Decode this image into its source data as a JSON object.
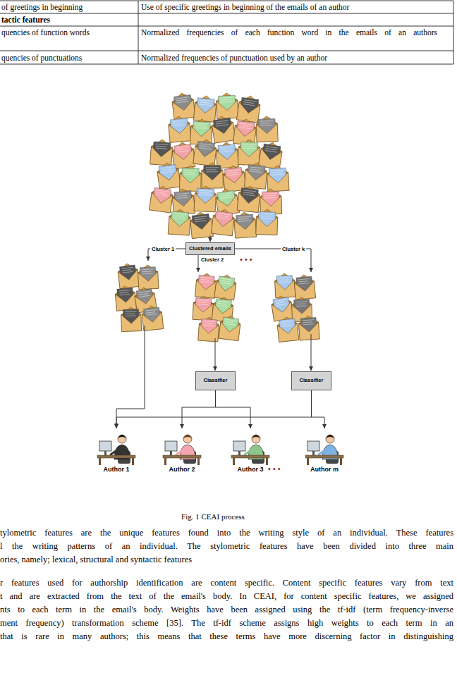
{
  "diagram": {
    "caption": "Fig. 1 CEAI process",
    "nodes": [
      {
        "text": [
          "Clustered emails"
        ]
      },
      {
        "text": [
          "Classifier"
        ]
      },
      {
        "text": [
          "Classifier"
        ]
      },
      {
        "text": [
          "Author 1"
        ]
      },
      {
        "text": [
          "Author 2"
        ]
      },
      {
        "text": [
          "Author 3"
        ]
      },
      {
        "text": [
          "Author m"
        ]
      }
    ],
    "edges": [
      {
        "from": 1,
        "to": 4,
        "arrow": "to"
      },
      {
        "from": 1,
        "to": 5,
        "arrow": "to"
      },
      {
        "from": 2,
        "to": 3,
        "arrow": "to"
      },
      {
        "from": 2,
        "to": 6,
        "arrow": "to"
      }
    ],
    "labels": [
      "of greetings in beginning",
      "Use of specific greetings in beginning of the emails of an author",
      "tactic features",
      "quencies of function words",
      "Normalized frequencies of each function word in the emails of an authors",
      "quencies of punctuations",
      "Normalized frequencies of punctuation used by an author",
      "Cluster 1",
      "Cluster 2",
      "Cluster k",
      "• • •",
      "• • •",
      "tylometric features are the unique features found into the writing style of an individual. These features",
      "l the writing patterns of an individual. The stylometric features have been divided into three main",
      "ories, namely; lexical, structural and syntactic features",
      "r features used for authorship identification are content specific. Content specific features vary from text",
      "t and are extracted from the text of the email's body. In CEAI, for content specific features, we assigned",
      "nts to each term in the email's body. Weights have been assigned using the tf-idf (term frequency-inverse",
      "ment frequency) transformation scheme [35]. The tf-idf scheme assigns high weights to each term in an",
      "that is rare in many authors; this means that these terms have more discerning factor in distinguishing"
    ]
  }
}
